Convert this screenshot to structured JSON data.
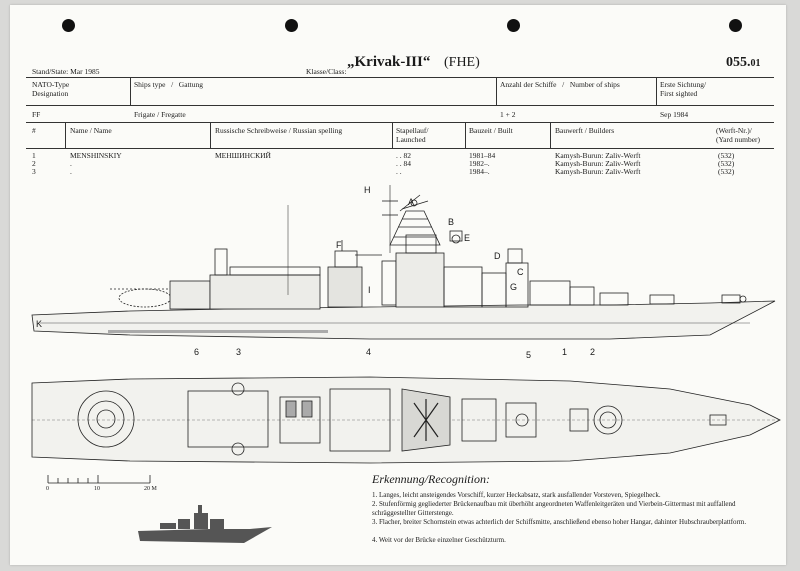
{
  "header": {
    "stand": "Stand/State: Mar 1985",
    "klasse_label": "Klasse/Class:",
    "class_name": "„Krivak-III“",
    "class_type": "(FHE)",
    "sheet_number": "055.",
    "sheet_sub": "01"
  },
  "info_headers": {
    "nato": "NATO-Type\nDesignation",
    "ships_type": "Ships type   /   Gattung",
    "anzahl": "Anzahl der Schiffe   /   Number of ships",
    "erste": "Erste Sichtung/\nFirst sighted"
  },
  "info_values": {
    "nato": "FF",
    "ships_type": "Frigate   /   Fregatte",
    "anzahl": "1 + 2",
    "erste": "Sep 1984"
  },
  "ships_headers": {
    "num": "#",
    "name": "Name   /   Name",
    "russ": "Russische Schreibweise   /   Russian spelling",
    "stapel": "Stapellauf/\nLaunched",
    "bauzeit": "Bauzeit   /   Built",
    "bauwerft": "Bauwerft   /   Builders",
    "werftnr": "(Werft-Nr.)/\n(Yard number)"
  },
  "ships": [
    {
      "num": "1",
      "name": "MENSHINSKIY",
      "russ": "МЕНШИНСКИЙ",
      "launched": ". . 82",
      "built": "1981–84",
      "builder": "Kamysh-Burun: Zaliv-Werft",
      "yard": "(532)"
    },
    {
      "num": "2",
      "name": ".",
      "russ": "",
      "launched": ". . 84",
      "built": "1982–.",
      "builder": "Kamysh-Burun: Zaliv-Werft",
      "yard": "(532)"
    },
    {
      "num": "3",
      "name": ".",
      "russ": "",
      "launched": ". .",
      "built": "1984–.",
      "builder": "Kamysh-Burun: Zaliv-Werft",
      "yard": "(532)"
    }
  ],
  "callouts": {
    "A": "A",
    "B": "B",
    "C": "C",
    "D": "D",
    "E": "E",
    "F": "F",
    "G": "G",
    "H": "H",
    "I": "I",
    "K": "K",
    "n1": "1",
    "n2": "2",
    "n3": "3",
    "n4": "4",
    "n5": "5",
    "n6": "6"
  },
  "scale": {
    "zero": "0",
    "ten": "10",
    "twenty": "20 M"
  },
  "recognition": {
    "title": "Erkennung/Recognition:",
    "items": [
      "1. Langes, leicht ansteigendes Vorschiff, kurzer Heckabsatz, stark ausfallender Vorsteven, Spiegelheck.",
      "2. Stufenförmig gegliederter Brückenaufbau mit überhöht angeordneten Waffenleitgeräten und Vierbein-Gittermast mit auffallend schräggestellter Gitterstenge.",
      "3. Flacher, breiter Schornstein etwas achterlich der Schiffsmitte, anschließend ebenso hoher Hangar, dahinter Hubschrauberplattform.",
      "4. Weit vor der Brücke einzelner Geschützturm."
    ]
  }
}
